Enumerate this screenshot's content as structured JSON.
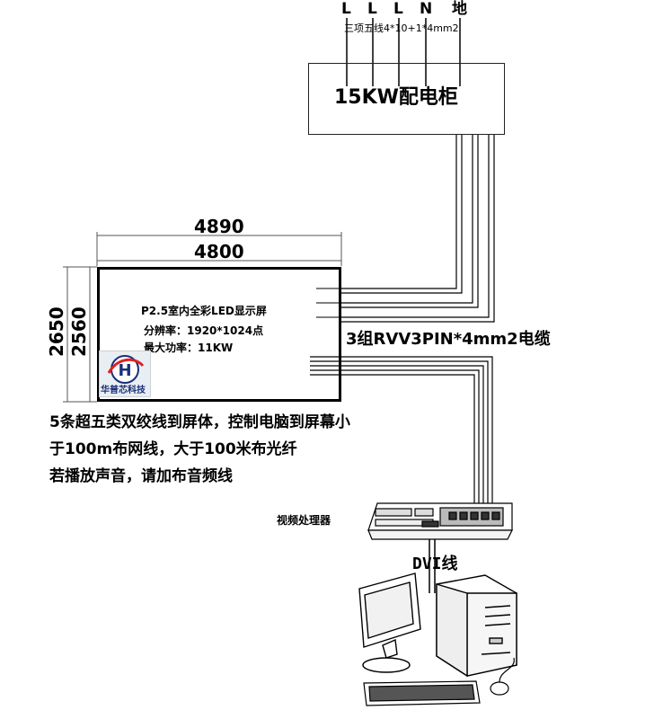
{
  "power_lines": {
    "labels": [
      "L",
      "L",
      "L",
      "N",
      "地"
    ],
    "spec": "三项五线4*10+1*4mm2"
  },
  "cabinet": {
    "label": "15KW配电柜"
  },
  "screen": {
    "width_outer": "4890",
    "width_inner": "4800",
    "height_outer": "2650",
    "height_inner": "2560",
    "title": "P2.5室内全彩LED显示屏",
    "resolution": "分辨率：1920*1024点",
    "max_power": "最大功率：11KW"
  },
  "logo": {
    "text": "华普芯科技",
    "mark": "H"
  },
  "power_cable": {
    "label": "3组RVV3PIN*4mm2电缆"
  },
  "notes": [
    "5条超五类双绞线到屏体，控制电脑到屏幕小",
    "于100m布网线，大于100米布光纤",
    "若播放声音，请加布音频线"
  ],
  "video_processor": {
    "label": "视频处理器"
  },
  "dvi": {
    "label": "DVI线"
  }
}
